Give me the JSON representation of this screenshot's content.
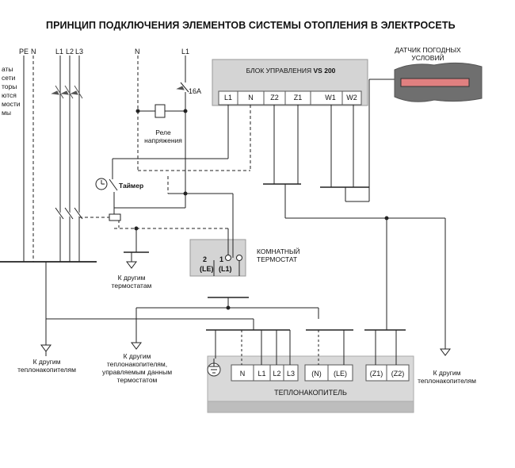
{
  "title": "ПРИНЦИП ПОДКЛЮЧЕНИЯ ЭЛЕМЕНТОВ СИСТЕМЫ ОТОПЛЕНИЯ В ЭЛЕКТРОСЕТЬ",
  "left_cut_text": [
    "аты",
    "сети",
    "торы",
    "ются",
    "мости",
    "мы"
  ],
  "supply_lines": {
    "pe": "PE",
    "n": "N",
    "l1": "L1",
    "l2": "L2",
    "l3": "L3",
    "n2": "N",
    "l1b": "L1"
  },
  "fuse_rating": "16A",
  "relay_label": "Реле напряжения",
  "timer_label": "Таймер",
  "control_unit": {
    "title_prefix": "БЛОК УПРАВЛЕНИЯ ",
    "title_model": "VS 200",
    "terminals": [
      "L1",
      "N",
      "Z2",
      "Z1",
      "W1",
      "W2"
    ]
  },
  "weather_sensor_label": "ДАТЧИК ПОГОДНЫХ УСЛОВИЙ",
  "room_thermostat": {
    "label": "КОМНАТНЫЙ ТЕРМОСТАТ",
    "term2": "2",
    "term1": "1",
    "term2_sub": "(LE)",
    "term1_sub": "(L1)"
  },
  "heater": {
    "label": "ТЕПЛОНАКОПИТЕЛЬ",
    "terminals": [
      "N",
      "L1",
      "L2",
      "L3",
      "(N)",
      "(LE)",
      "(Z1)",
      "(Z2)"
    ]
  },
  "notes": {
    "other_thermostats": "К другим термостатам",
    "other_heaters_left": "К другим теплонакопителям",
    "other_heaters_controlled": "К другим теплонакопителям, управляемым данным термостатом",
    "other_heaters_right": "К другим теплонакопителям"
  },
  "colors": {
    "box": "#d4d4d4",
    "box_border": "#999999",
    "sensor_body": "#6f6f6f",
    "sensor_element": "#e08080"
  }
}
